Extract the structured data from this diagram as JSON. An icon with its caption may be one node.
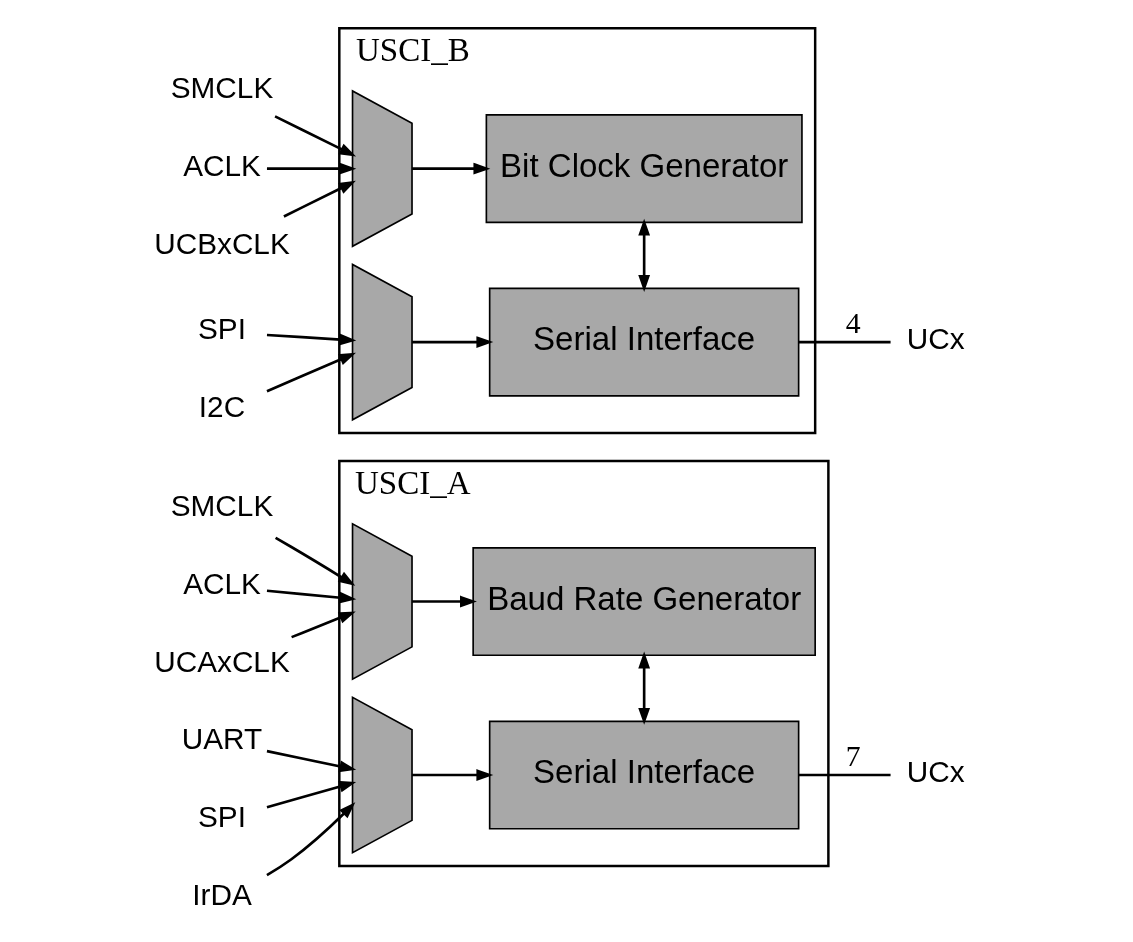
{
  "diagram": {
    "nodes": [
      {
        "text": [
          "USCI_A"
        ]
      },
      {
        "text": [],
        "shape": "trapezoid",
        "in": 0
      },
      {
        "text": [
          "Baud Rate Generator"
        ],
        "in": 0
      },
      {
        "text": [],
        "shape": "trapezoid",
        "in": 0
      },
      {
        "text": [
          "Serial Interface"
        ],
        "in": 0
      },
      {
        "text": [
          "SMCLK"
        ]
      },
      {
        "text": [
          "ACLK"
        ]
      },
      {
        "text": [
          "UCAxCLK"
        ]
      },
      {
        "text": [
          "UART"
        ]
      },
      {
        "text": [
          "SPI"
        ]
      },
      {
        "text": [
          "IrDA"
        ]
      },
      {
        "text": [
          "UCx"
        ]
      },
      {
        "text": [
          "USCI_B"
        ]
      },
      {
        "text": [],
        "shape": "trapezoid",
        "in": 12
      },
      {
        "text": [
          "Bit Clock Generator"
        ],
        "in": 12
      },
      {
        "text": [],
        "shape": "trapezoid",
        "in": 12
      },
      {
        "text": [
          "Serial Interface"
        ],
        "in": 12
      },
      {
        "text": [
          "SMCLK"
        ]
      },
      {
        "text": [
          "ACLK"
        ]
      },
      {
        "text": [
          "UCBxCLK"
        ]
      },
      {
        "text": [
          "SPI"
        ]
      },
      {
        "text": [
          "I2C"
        ]
      },
      {
        "text": [
          "UCx"
        ]
      }
    ],
    "edges": [
      {
        "from": 5,
        "to": 1,
        "arrow": "to"
      },
      {
        "from": 6,
        "to": 1,
        "arrow": "to"
      },
      {
        "from": 7,
        "to": 1,
        "arrow": "to"
      },
      {
        "from": 1,
        "to": 2,
        "arrow": "to"
      },
      {
        "from": 8,
        "to": 3,
        "arrow": "to"
      },
      {
        "from": 9,
        "to": 3,
        "arrow": "to"
      },
      {
        "from": 10,
        "to": 3,
        "arrow": "to"
      },
      {
        "from": 3,
        "to": 4,
        "arrow": "to"
      },
      {
        "from": 2,
        "to": 4,
        "arrow": "both"
      },
      {
        "from": 4,
        "to": 11,
        "arrow": "none",
        "label": "7"
      },
      {
        "from": 17,
        "to": 13,
        "arrow": "to"
      },
      {
        "from": 18,
        "to": 13,
        "arrow": "to"
      },
      {
        "from": 19,
        "to": 13,
        "arrow": "to"
      },
      {
        "from": 13,
        "to": 14,
        "arrow": "to"
      },
      {
        "from": 20,
        "to": 15,
        "arrow": "to"
      },
      {
        "from": 21,
        "to": 15,
        "arrow": "to"
      },
      {
        "from": 15,
        "to": 16,
        "arrow": "to"
      },
      {
        "from": 14,
        "to": 16,
        "arrow": "both"
      },
      {
        "from": 16,
        "to": 22,
        "arrow": "none",
        "label": "4"
      }
    ]
  }
}
